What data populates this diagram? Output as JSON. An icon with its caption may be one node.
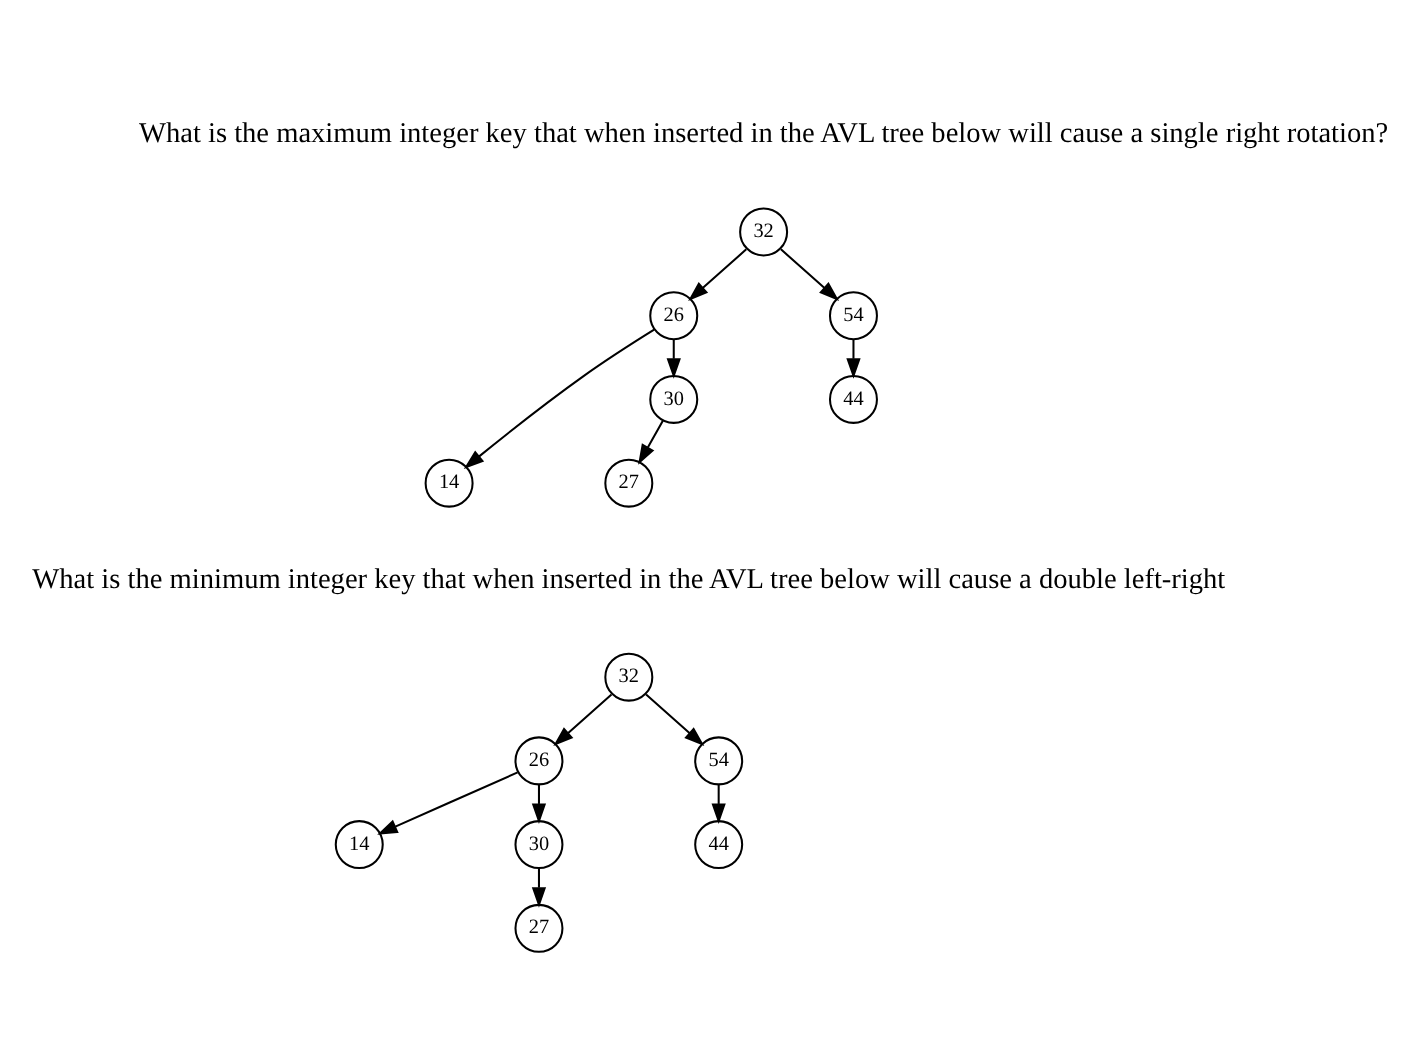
{
  "diagram": {
    "nodes": [
      {
        "text": [
          "32"
        ]
      },
      {
        "text": [
          "26"
        ]
      },
      {
        "text": [
          "54"
        ]
      },
      {
        "text": [
          "14"
        ]
      },
      {
        "text": [
          "30"
        ]
      },
      {
        "text": [
          "44"
        ]
      },
      {
        "text": [
          "27"
        ]
      },
      {
        "text": [
          "32"
        ]
      },
      {
        "text": [
          "26"
        ]
      },
      {
        "text": [
          "54"
        ]
      },
      {
        "text": [
          "14"
        ]
      },
      {
        "text": [
          "30"
        ]
      },
      {
        "text": [
          "44"
        ]
      },
      {
        "text": [
          "27"
        ]
      }
    ],
    "edges": [
      {
        "from": 0,
        "to": 1,
        "arrow": "to"
      },
      {
        "from": 0,
        "to": 2,
        "arrow": "to"
      },
      {
        "from": 1,
        "to": 3,
        "arrow": "to"
      },
      {
        "from": 1,
        "to": 4,
        "arrow": "to"
      },
      {
        "from": 2,
        "to": 5,
        "arrow": "to"
      },
      {
        "from": 4,
        "to": 6,
        "arrow": "to"
      },
      {
        "from": 7,
        "to": 8,
        "arrow": "to"
      },
      {
        "from": 7,
        "to": 9,
        "arrow": "to"
      },
      {
        "from": 8,
        "to": 10,
        "arrow": "to"
      },
      {
        "from": 8,
        "to": 11,
        "arrow": "to"
      },
      {
        "from": 9,
        "to": 12,
        "arrow": "to"
      },
      {
        "from": 11,
        "to": 13,
        "arrow": "to"
      }
    ],
    "labels": [
      "What is the maximum integer key that when inserted in the AVL tree below will cause a single right rotation?",
      "What is the minimum integer key that when inserted in the AVL tree below will cause a double left-right"
    ]
  }
}
